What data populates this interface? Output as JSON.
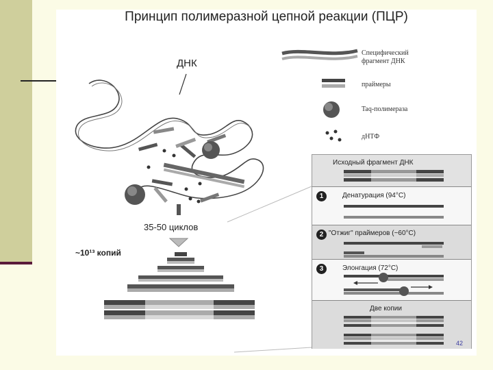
{
  "slide": {
    "title": "Принцип полимеразной цепной реакции (ПЦР)",
    "page_number": "42"
  },
  "diagram": {
    "dna_label": "ДНК",
    "cycles_label": "35-50 циклов",
    "copies_label": "~10¹³ копий"
  },
  "legend": {
    "items": [
      {
        "line1": "Специфический",
        "line2": "фрагмент ДНК",
        "icon": "dna-fragment-icon"
      },
      {
        "line1": "праймеры",
        "line2": "",
        "icon": "primers-icon"
      },
      {
        "line1": "Taq-полимераза",
        "line2": "",
        "icon": "taq-polymerase-icon"
      },
      {
        "line1": "дНТФ",
        "line2": "",
        "icon": "dntp-icon"
      }
    ]
  },
  "steps": {
    "header": "Исходный фрагмент ДНК",
    "items": [
      {
        "number": "1",
        "label": "Денатурация (94°C)"
      },
      {
        "number": "2",
        "label": "\"Отжиг\" праймеров (~60°C)"
      },
      {
        "number": "3",
        "label": "Элонгация (72°C)"
      }
    ],
    "result": "Две копии"
  },
  "colors": {
    "sidebar": "#cfcf9c",
    "sidebar_rule": "#5a1a3a",
    "background": "#fbfbe6",
    "ink": "#222222"
  }
}
